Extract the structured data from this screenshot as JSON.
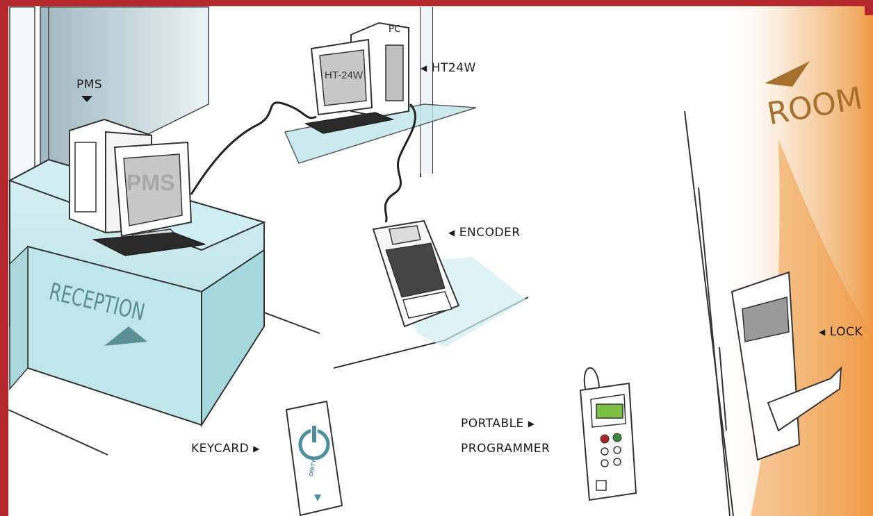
{
  "labels": {
    "pms": "PMS",
    "ht24w": "HT24W",
    "pc": "PC",
    "encoder": "ENCODER",
    "room": "ROOM",
    "lock": "LOCK",
    "reception": "RECEPTION",
    "keycard": "KEYCARD",
    "portable": "PORTABLE",
    "programmer": "PROGRAMMER"
  },
  "screens": {
    "pms_screen": "PMS",
    "ht_screen": "HT-24W"
  },
  "keycard_brand": "ONITY",
  "colors": {
    "border": "#b3262b",
    "room_accent": "#a8702e",
    "room_gradient": "#f0a85a",
    "glass": "#bfe6ea",
    "reception_text": "#5a8f98",
    "screen_green": "#7bc043"
  }
}
